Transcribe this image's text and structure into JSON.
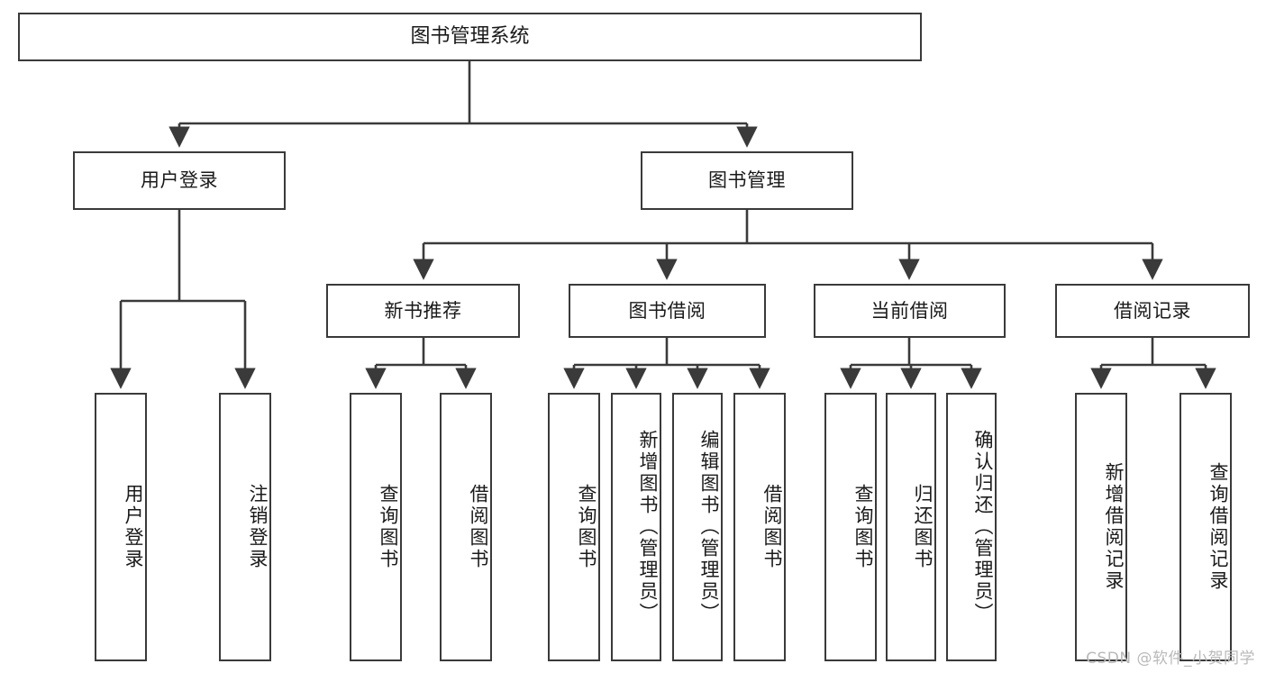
{
  "diagram": {
    "type": "tree",
    "title": "图书管理系统",
    "root": {
      "id": "root",
      "label": "图书管理系统"
    },
    "level2": [
      {
        "id": "user-login",
        "label": "用户登录"
      },
      {
        "id": "book-manage",
        "label": "图书管理"
      }
    ],
    "level3": [
      {
        "id": "new-book-rec",
        "label": "新书推荐",
        "parent": "book-manage"
      },
      {
        "id": "book-borrow",
        "label": "图书借阅",
        "parent": "book-manage"
      },
      {
        "id": "current-borrow",
        "label": "当前借阅",
        "parent": "book-manage"
      },
      {
        "id": "borrow-record",
        "label": "借阅记录",
        "parent": "book-manage"
      }
    ],
    "leaves": [
      {
        "id": "leaf-user-login",
        "label": "用户登录",
        "parent": "user-login"
      },
      {
        "id": "leaf-logout-login",
        "label": "注销登录",
        "parent": "user-login"
      },
      {
        "id": "leaf-query-book-1",
        "label": "查询图书",
        "parent": "new-book-rec"
      },
      {
        "id": "leaf-borrow-book-1",
        "label": "借阅图书",
        "parent": "new-book-rec"
      },
      {
        "id": "leaf-query-book-2",
        "label": "查询图书",
        "parent": "book-borrow"
      },
      {
        "id": "leaf-add-book",
        "label": "新增图书（管理员）",
        "parent": "book-borrow"
      },
      {
        "id": "leaf-edit-book",
        "label": "编辑图书（管理员）",
        "parent": "book-borrow"
      },
      {
        "id": "leaf-borrow-book-2",
        "label": "借阅图书",
        "parent": "book-borrow"
      },
      {
        "id": "leaf-query-book-3",
        "label": "查询图书",
        "parent": "current-borrow"
      },
      {
        "id": "leaf-return-book",
        "label": "归还图书",
        "parent": "current-borrow"
      },
      {
        "id": "leaf-confirm-return",
        "label": "确认归还（管理员）",
        "parent": "current-borrow"
      },
      {
        "id": "leaf-add-record",
        "label": "新增借阅记录",
        "parent": "borrow-record"
      },
      {
        "id": "leaf-query-record",
        "label": "查询借阅记录",
        "parent": "borrow-record"
      }
    ]
  },
  "watermark": {
    "text": "CSDN @软件_小贺同学"
  },
  "colors": {
    "stroke": "#3a3a3a",
    "fill": "#ffffff",
    "text": "#1a1a1a",
    "watermark": "#b9b9b9"
  }
}
